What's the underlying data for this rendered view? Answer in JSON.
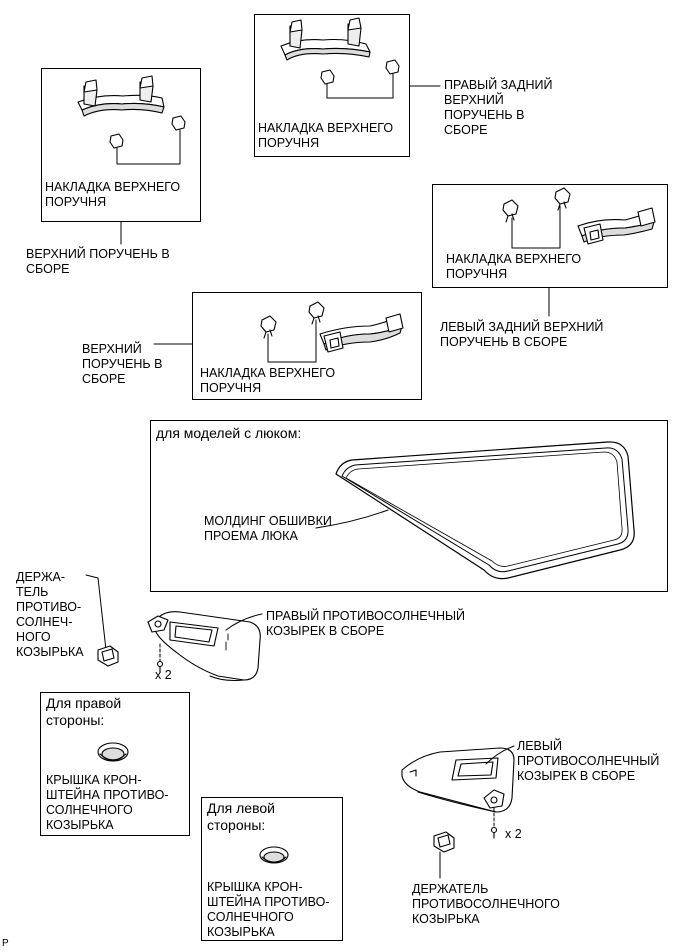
{
  "boxes": {
    "right_rear": {
      "cover_label": "НАКЛАДКА ВЕРХНЕГО\nПОРУЧНЯ"
    },
    "upper_left": {
      "cover_label": "НАКЛАДКА ВЕРХНЕГО\nПОРУЧНЯ"
    },
    "left_rear": {
      "cover_label": "НАКЛАДКА ВЕРХНЕГО\nПОРУЧНЯ"
    },
    "middle": {
      "cover_label": "НАКЛАДКА ВЕРХНЕГО\nПОРУЧНЯ"
    },
    "sunroof": {
      "header": "для моделей с люком:",
      "molding_label": "МОЛДИНГ ОБШИВКИ\nПРОЕМА ЛЮКА"
    },
    "right_side": {
      "header": "Для правой\nстороны:",
      "cover_label": "КРЫШКА КРОН-\nШТЕЙНА ПРОТИВО-\nСОЛНЕЧНОГО\nКОЗЫРЬКА"
    },
    "left_side": {
      "header": "Для левой\nстороны:",
      "cover_label": "КРЫШКА КРОН-\nШТЕЙНА ПРОТИВО-\nСОЛНЕЧНОГО\nКОЗЫРЬКА"
    }
  },
  "labels": {
    "right_rear_assembly": "ПРАВЫЙ ЗАДНИЙ\nВЕРХНИЙ\nПОРУЧЕНЬ В\nСБОРЕ",
    "upper_assembly": "ВЕРХНИЙ ПОРУЧЕНЬ В\nСБОРЕ",
    "left_rear_assembly": "ЛЕВЫЙ ЗАДНИЙ ВЕРХНИЙ\nПОРУЧЕНЬ В СБОРЕ",
    "middle_assembly": "ВЕРХНИЙ\nПОРУЧЕНЬ В\nСБОРЕ",
    "holder_left": "ДЕРЖА-\nТЕЛЬ\nПРОТИВО-\nСОЛНЕЧ-\nНОГО\nКОЗЫРЬКА",
    "right_visor": "ПРАВЫЙ ПРОТИВОСОЛНЕЧНЫЙ\nКОЗЫРЕК В СБОРЕ",
    "right_screws": "x 2",
    "left_visor": "ЛЕВЫЙ\nПРОТИВОСОЛНЕЧНЫЙ\nКОЗЫРЕК В СБОРЕ",
    "left_screws": "x 2",
    "holder_bottom": "ДЕРЖАТЕЛЬ\nПРОТИВОСОЛНЕЧНОГО\nКОЗЫРЬКА",
    "corner_mark": "P"
  }
}
